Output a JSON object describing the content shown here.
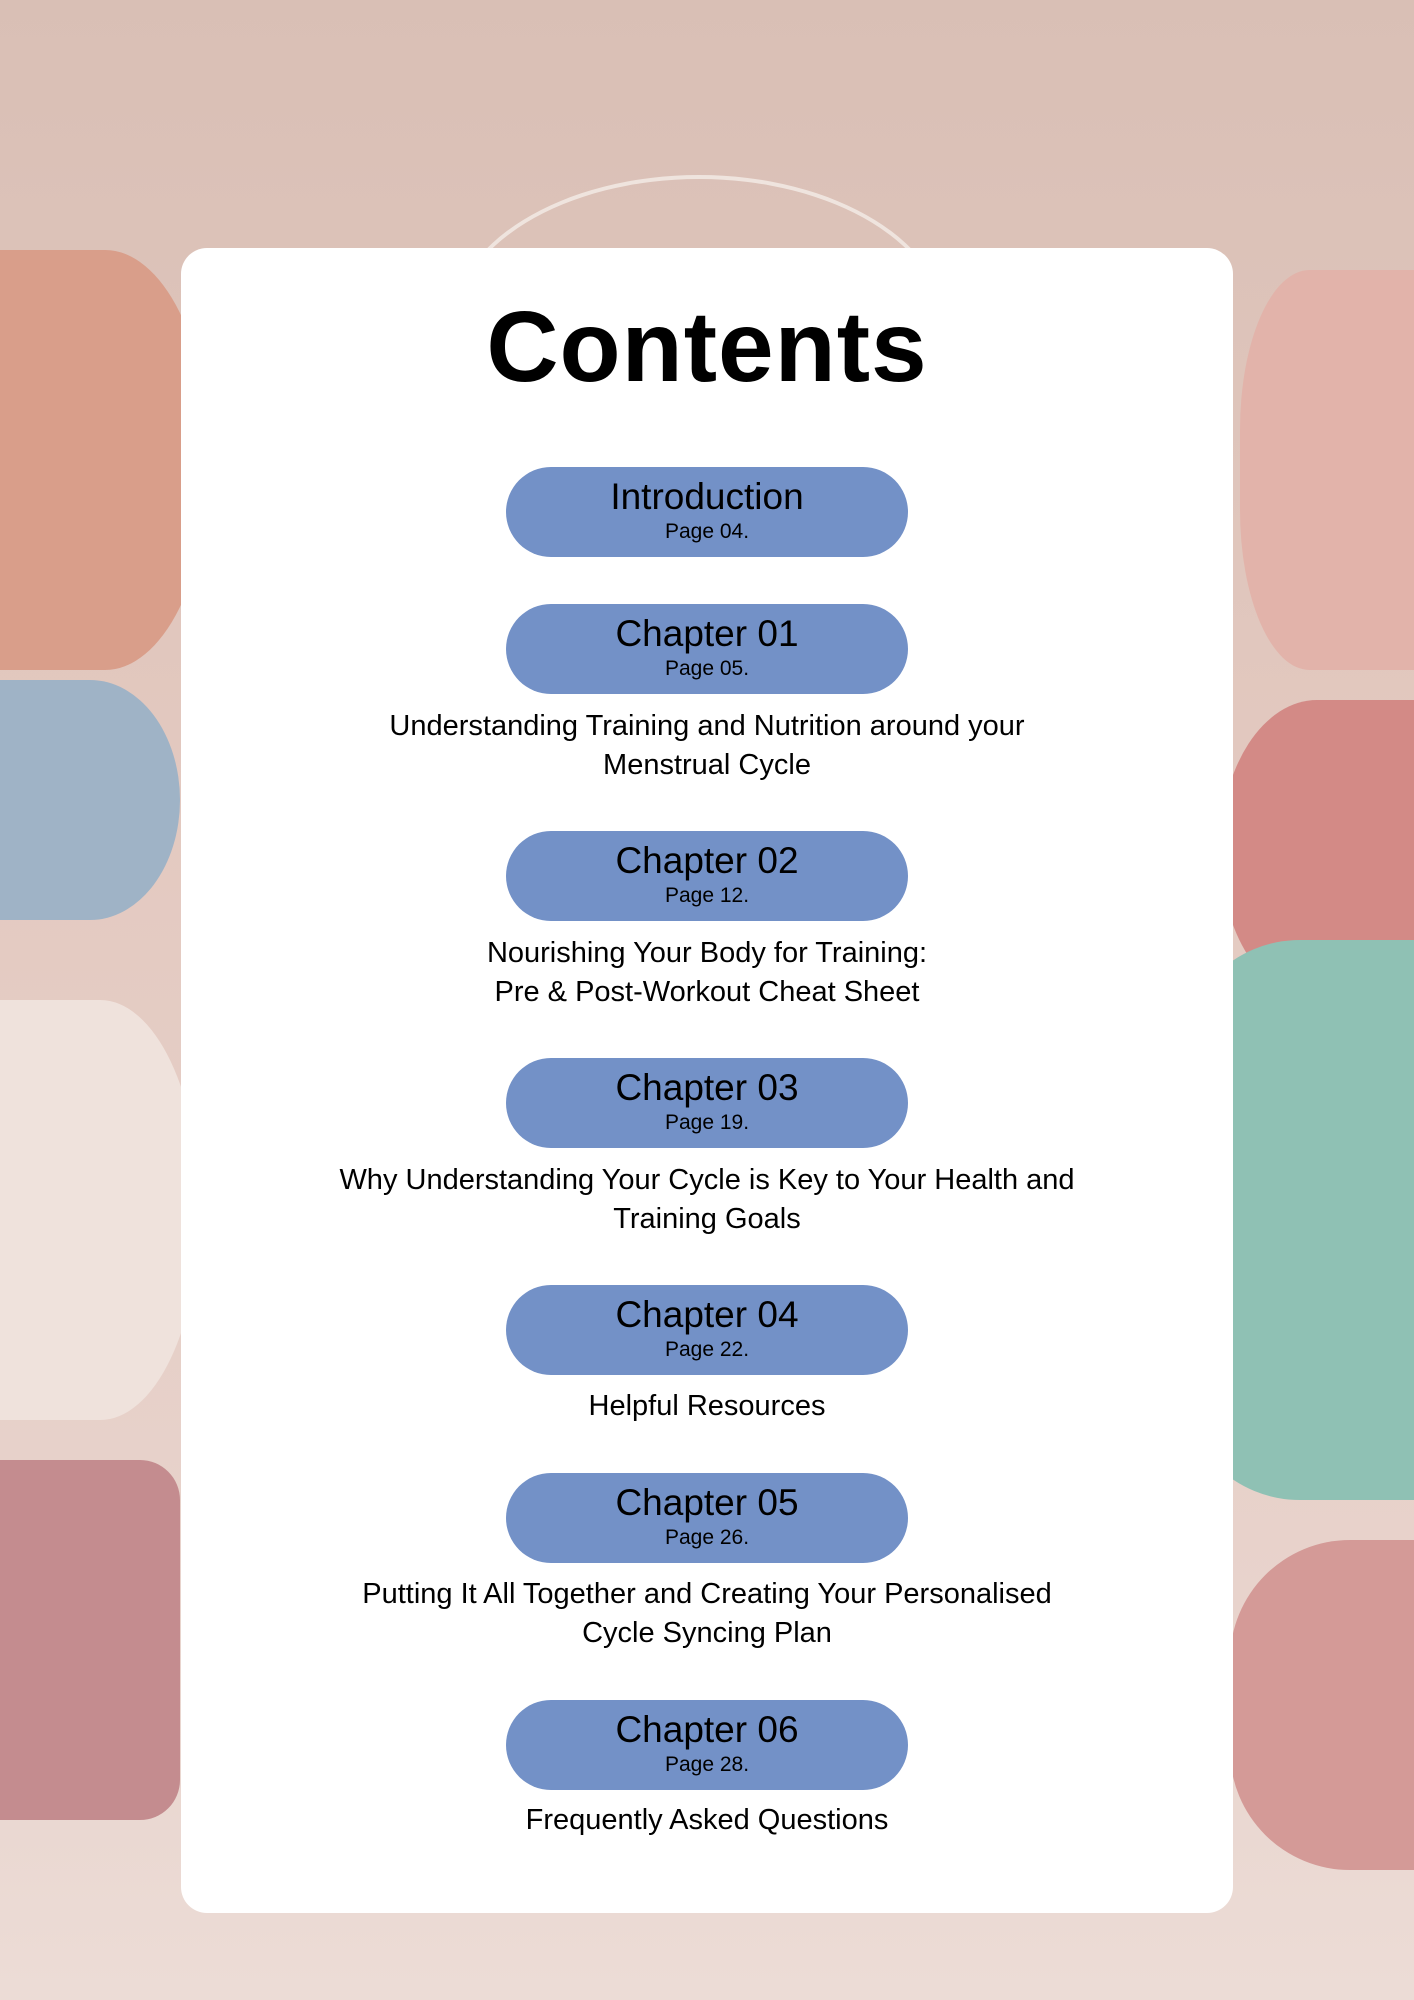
{
  "title": "Contents",
  "entries": [
    {
      "name": "Introduction",
      "page": "Page 04.",
      "desc": [
        "",
        ""
      ]
    },
    {
      "name": "Chapter 01",
      "page": "Page 05.",
      "desc": [
        "Understanding Training and Nutrition around your",
        "Menstrual Cycle"
      ]
    },
    {
      "name": "Chapter 02",
      "page": "Page 12.",
      "desc": [
        "Nourishing Your Body for Training:",
        "Pre & Post-Workout Cheat Sheet"
      ]
    },
    {
      "name": "Chapter 03",
      "page": "Page 19.",
      "desc": [
        "Why Understanding Your Cycle is Key to Your Health and",
        "Training Goals"
      ]
    },
    {
      "name": "Chapter 04",
      "page": "Page 22.",
      "desc": [
        "Helpful Resources",
        ""
      ]
    },
    {
      "name": "Chapter 05",
      "page": "Page 26.",
      "desc": [
        "Putting It All Together and Creating Your Personalised",
        "Cycle Syncing Plan"
      ]
    },
    {
      "name": "Chapter 06",
      "page": "Page 28.",
      "desc": [
        "Frequently Asked Questions",
        ""
      ]
    }
  ],
  "colors": {
    "pill": "#7391c7",
    "card": "#ffffff"
  }
}
